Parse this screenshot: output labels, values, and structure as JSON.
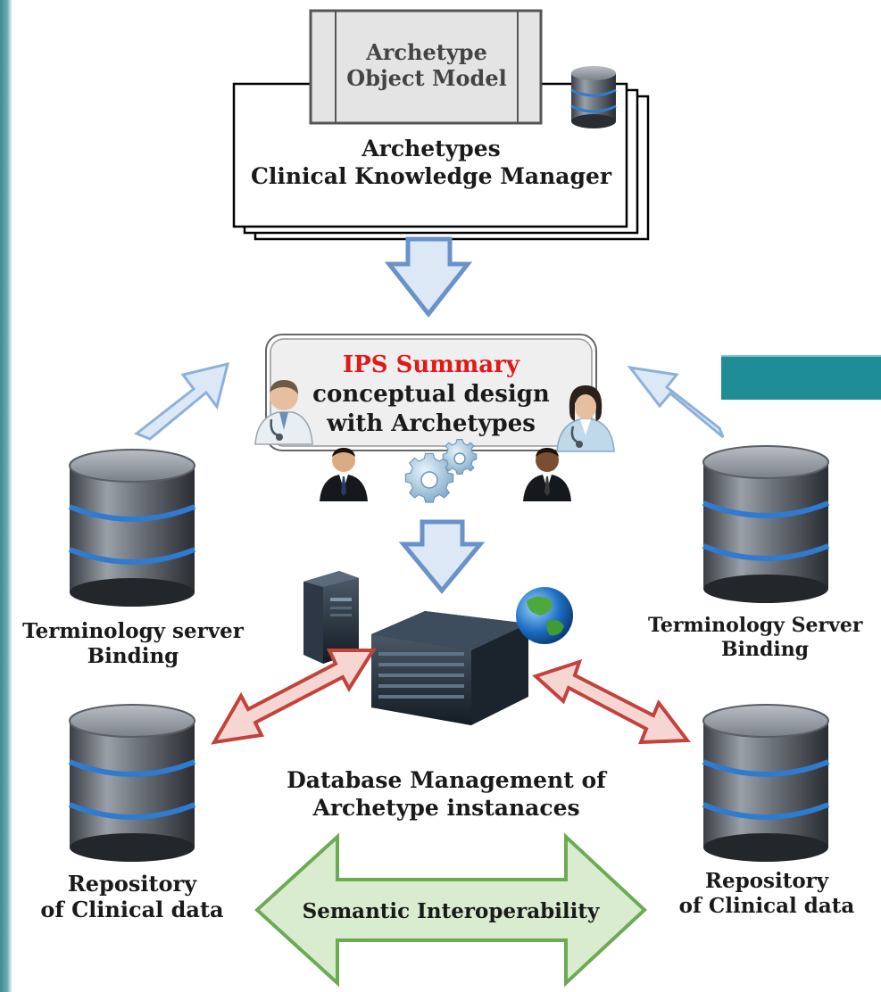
{
  "aom_box": {
    "line1": "Archetype",
    "line2": "Object Model"
  },
  "ckm_box": {
    "line1": "Archetypes",
    "line2": "Clinical Knowledge Manager"
  },
  "ips_box": {
    "title": "IPS Summary",
    "line2": "conceptual design",
    "line3": "with Archetypes",
    "title_color": "#e11919"
  },
  "terminology_left": {
    "line1": "Terminology server",
    "line2": "Binding"
  },
  "terminology_right": {
    "line1": "Terminology Server",
    "line2": "Binding"
  },
  "repository_left": {
    "line1": "Repository",
    "line2": "of Clinical data"
  },
  "repository_right": {
    "line1": "Repository",
    "line2": "of Clinical data"
  },
  "dbms": {
    "line1": "Database Management of",
    "line2": "Archetype instanaces"
  },
  "semantic_arrow": {
    "label": "Semantic Interoperability"
  },
  "colors": {
    "blue_arrow": "#cfe0f3",
    "blue_arrow_stroke": "#5b88c7",
    "red_arrow": "#f3c9c6",
    "red_arrow_stroke": "#c9413a",
    "green_arrow": "#d4e8c6",
    "green_arrow_stroke": "#6aa84f",
    "db_body": "#6c727a",
    "db_ring": "#2f7bd0"
  }
}
